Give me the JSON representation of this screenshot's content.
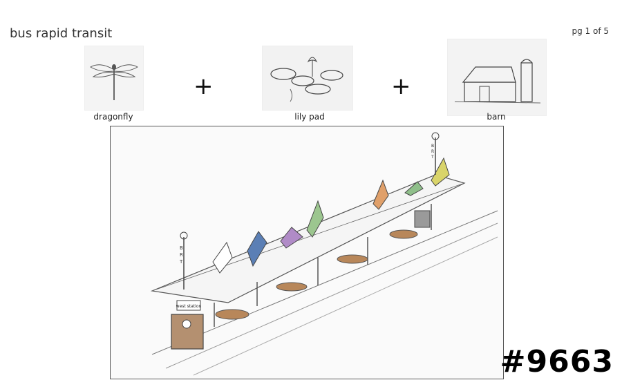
{
  "header": {
    "title": "bus rapid transit",
    "pager": "pg 1 of 5"
  },
  "inspirations": [
    {
      "label": "dragonfly",
      "icon": "dragonfly-sketch"
    },
    {
      "label": "lily pad",
      "icon": "lily-pad-sketch"
    },
    {
      "label": "barn",
      "icon": "barn-sketch"
    }
  ],
  "operators": {
    "plus_1": "+",
    "plus_2": "+"
  },
  "sketch": {
    "station_sign": "west station",
    "pole_letters_left": [
      "B",
      "R",
      "T"
    ],
    "pole_letters_right": [
      "B",
      "R",
      "T"
    ],
    "panel_colors": [
      "#5b7fb5",
      "#b08bc7",
      "#9cc68f",
      "#e0a06a",
      "#8fbf8a",
      "#d9d46a"
    ]
  },
  "footer": {
    "tag": "#9663"
  }
}
